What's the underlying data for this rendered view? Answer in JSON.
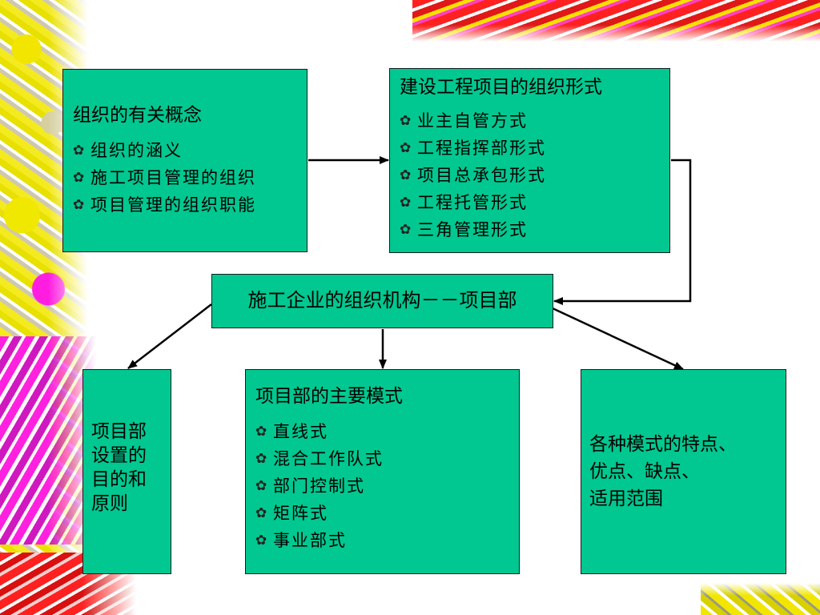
{
  "colors": {
    "box_fill": "#00c890",
    "box_border": "#1a1a1a",
    "connector": "#000000"
  },
  "bullet_icon": "flower-bullet-icon",
  "concepts": {
    "title": "组织的有关概念",
    "items": [
      "组织的涵义",
      "施工项目管理的组织",
      "项目管理的组织职能"
    ]
  },
  "forms": {
    "title": "建设工程项目的组织形式",
    "items": [
      "业主自管方式",
      "工程指挥部形式",
      "项目总承包形式",
      "工程托管形式",
      "三角管理形式"
    ]
  },
  "center": {
    "title": "施工企业的组织机构－－项目部"
  },
  "purpose": {
    "title": "项目部设置的目的和原则"
  },
  "modes": {
    "title": "项目部的主要模式",
    "items": [
      "直线式",
      "混合工作队式",
      "部门控制式",
      "矩阵式",
      "事业部式"
    ]
  },
  "features": {
    "lines": [
      "各种模式的特点、",
      "优点、缺点、",
      "适用范围"
    ]
  }
}
